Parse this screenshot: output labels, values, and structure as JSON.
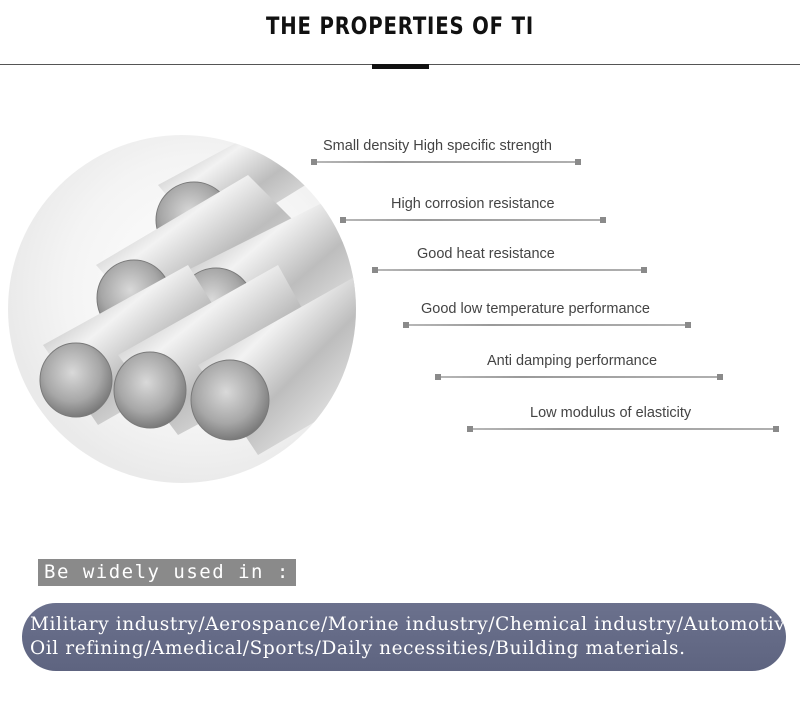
{
  "header": {
    "title": "THE PROPERTIES OF TI"
  },
  "photo": {
    "icon": "titanium-bars-image"
  },
  "properties": [
    "Small density High specific strength",
    "High corrosion resistance",
    "Good heat resistance",
    "Good low temperature performance",
    "Anti damping performance",
    "Low modulus of elasticity"
  ],
  "usage": {
    "label": "Be widely used in :",
    "line1": "Military industry/Aerospance/Morine industry/Chemical industry/Automotive",
    "line2": "Oil refining/Amedical/Sports/Daily necessities/Building materials."
  },
  "colors": {
    "pill": "#646a86",
    "label_bg": "#8a8a8a",
    "text_dark": "#111111"
  }
}
